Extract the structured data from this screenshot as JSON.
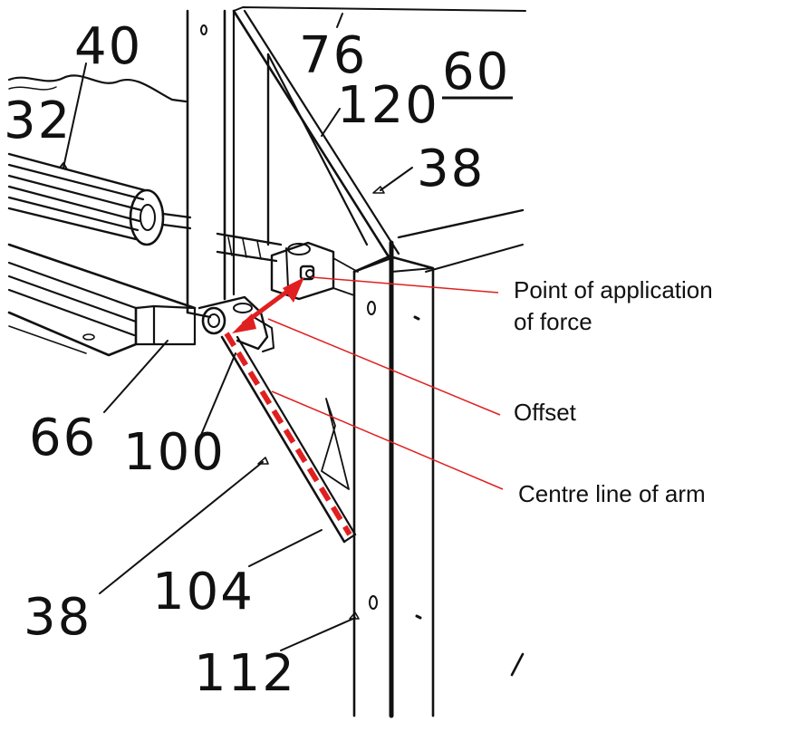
{
  "reference_numerals": {
    "n40": "40",
    "n82": "32",
    "n76": "76",
    "n120": "120",
    "n60": "60",
    "n38_top": "38",
    "n66": "66",
    "n100": "100",
    "n38_bottom": "38",
    "n104": "104",
    "n112": "112"
  },
  "annotations": {
    "point_of_application_line1": "Point of application",
    "point_of_application_line2": "of force",
    "offset": "Offset",
    "centre_line": "Centre line of arm"
  },
  "colors": {
    "annotation": "#e02020",
    "ink": "#111111",
    "background": "#ffffff"
  }
}
